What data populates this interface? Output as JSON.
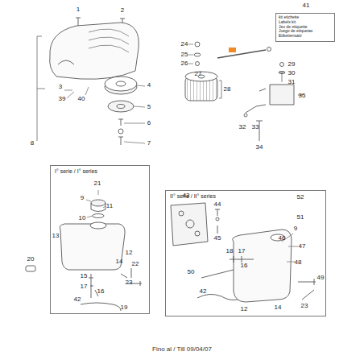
{
  "diagram": {
    "caption": "Fino al / Till 09/04/07",
    "nodes": [
      {
        "text": [
          "kit etichette",
          "Labels kit",
          "Jeu de etiquette",
          "Juego de etiquetas",
          "Etikettensatz"
        ]
      },
      {
        "text": [
          "I° serie / I° series"
        ]
      },
      {
        "text": [
          "II° serie / II° series"
        ]
      }
    ],
    "edges": [],
    "labels": [
      "1",
      "2",
      "3",
      "39",
      "40",
      "8",
      "4",
      "5",
      "6",
      "7",
      "24",
      "25",
      "26",
      "27",
      "28",
      "41",
      "29",
      "30",
      "31",
      "35",
      "32",
      "33",
      "34",
      "21",
      "9",
      "10",
      "11",
      "13",
      "12",
      "14",
      "22",
      "23",
      "15",
      "17",
      "16",
      "19",
      "42",
      "20",
      "43",
      "44",
      "45",
      "52",
      "51",
      "9",
      "46",
      "47",
      "48",
      "18",
      "17",
      "16",
      "50",
      "42",
      "12",
      "14",
      "49",
      "23"
    ]
  }
}
